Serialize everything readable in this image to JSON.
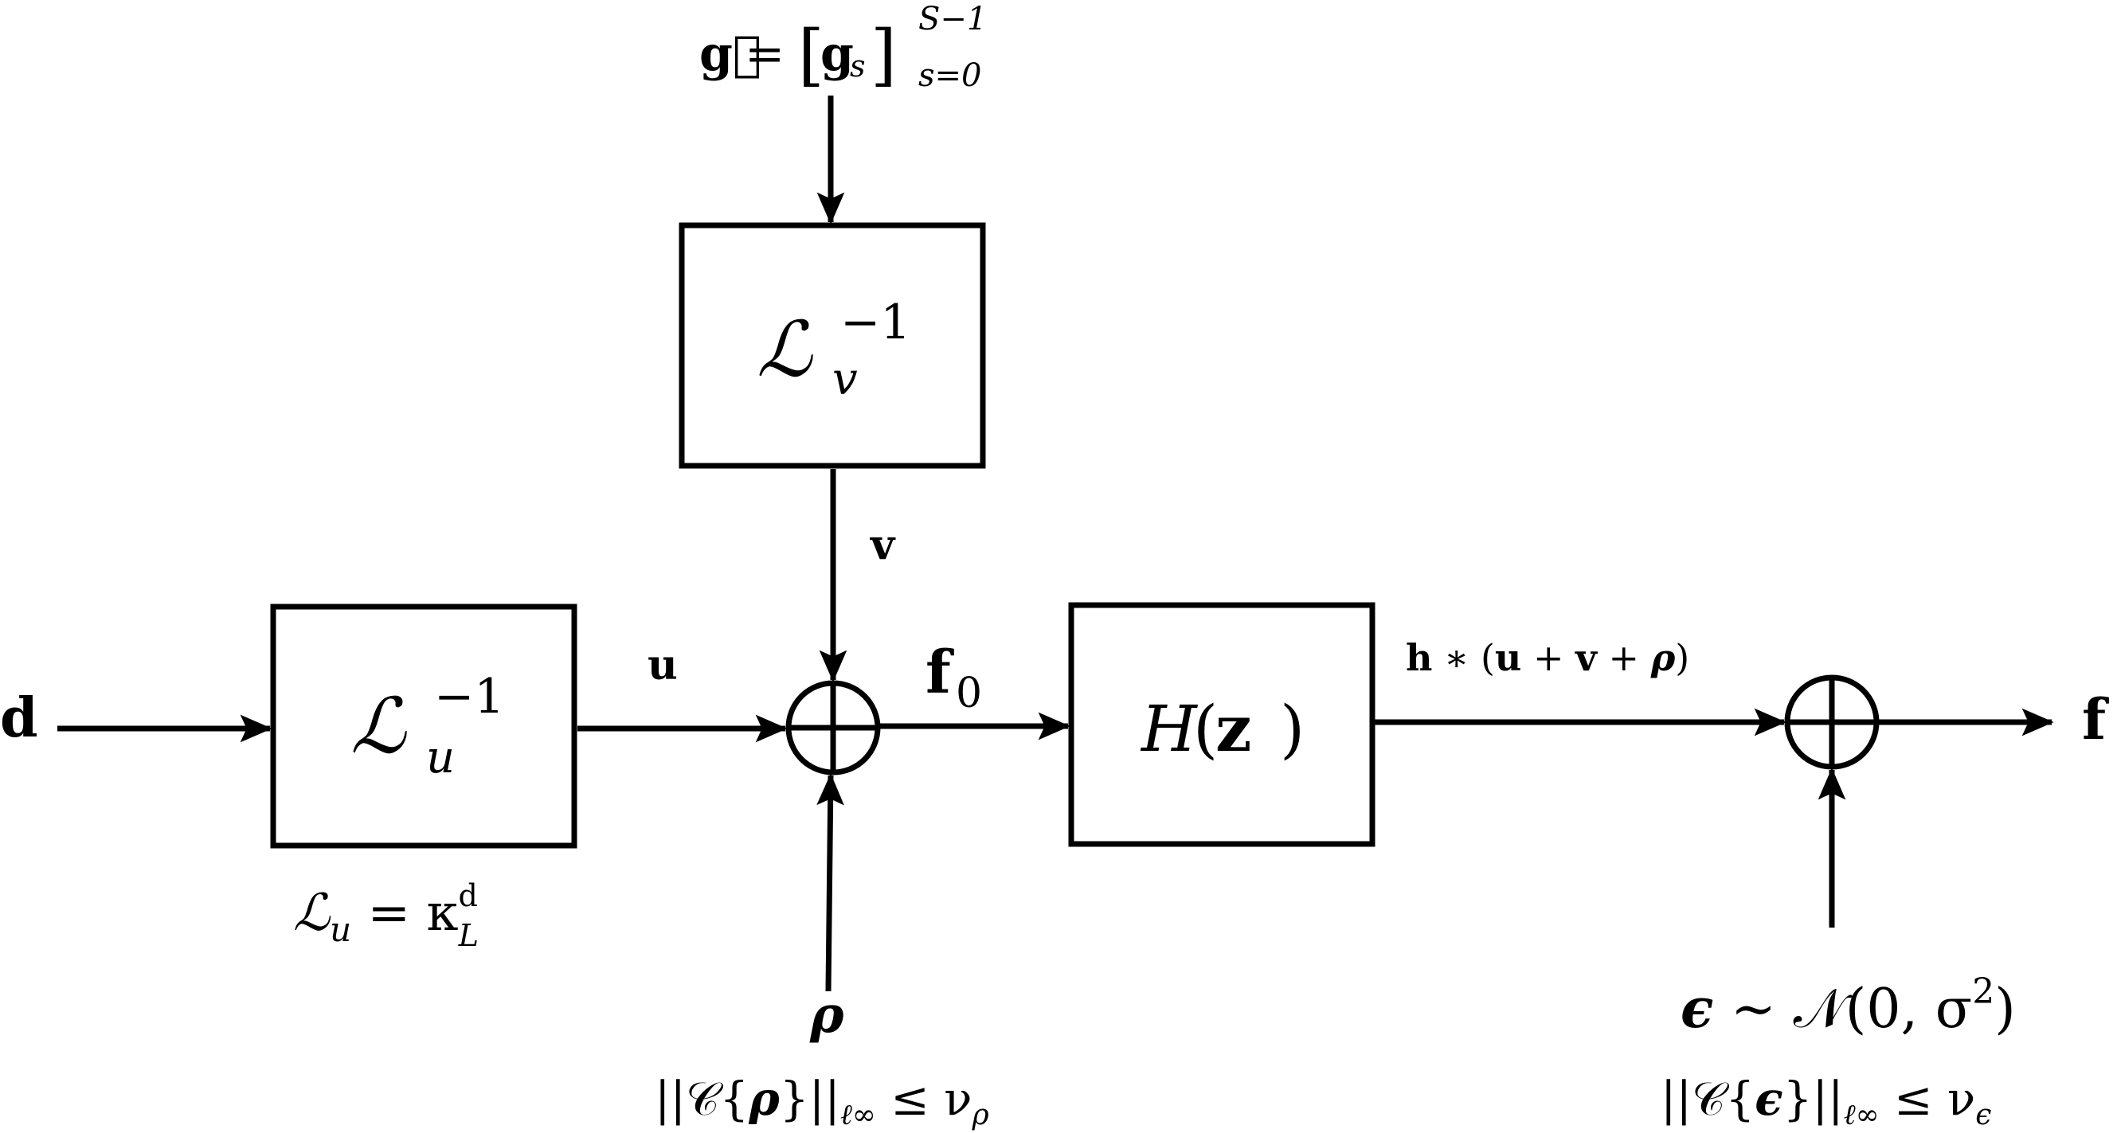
{
  "inputs": {
    "d": "d",
    "g_vec": "g⃗",
    "g_eq": "=",
    "g_bracket_l": "[",
    "g_s": "g",
    "g_s_sub": "s",
    "g_bracket_r": "]",
    "g_sup": "S−1",
    "g_sub": "s=0"
  },
  "blocks": {
    "lu_inv": {
      "sym": "ℒ",
      "sub": "u",
      "sup": "−1"
    },
    "lv_inv": {
      "sym": "ℒ",
      "sub": "v",
      "sup": "−1"
    },
    "hz": {
      "H": "H",
      "lp": "(",
      "z": "z",
      "rp": ")"
    }
  },
  "signals": {
    "u": "u",
    "v": "v",
    "f0": "f",
    "f0_sub": "0",
    "rho": "ρ",
    "hconv_bold_h": "h",
    "hconv_rest": " ∗ (",
    "hconv_u": "u",
    "hconv_plus1": " + ",
    "hconv_v": "v",
    "hconv_plus2": " + ",
    "hconv_rho": "ρ",
    "hconv_close": ")",
    "f": "f",
    "eps": "ϵ",
    "eps_dist": " ∼ 𝒩(0, σ",
    "eps_sq": "2",
    "eps_close": ")"
  },
  "annotations": {
    "lu_def_sym": "ℒ",
    "lu_def_sub": "u",
    "lu_def_eq": " = κ",
    "lu_def_sup": "d",
    "lu_def_sub2": "L",
    "rho_constraint_pre": "||𝒞{",
    "rho_constraint_rho": "ρ",
    "rho_constraint_post": "}||",
    "rho_constraint_sub": "ℓ∞",
    "rho_constraint_le": " ≤ ν",
    "rho_constraint_nu_sub": "ρ",
    "eps_constraint_pre": "||𝒞{",
    "eps_constraint_eps": "ϵ",
    "eps_constraint_post": "}||",
    "eps_constraint_sub": "ℓ∞",
    "eps_constraint_le": " ≤ ν",
    "eps_constraint_nu_sub": "ϵ"
  }
}
